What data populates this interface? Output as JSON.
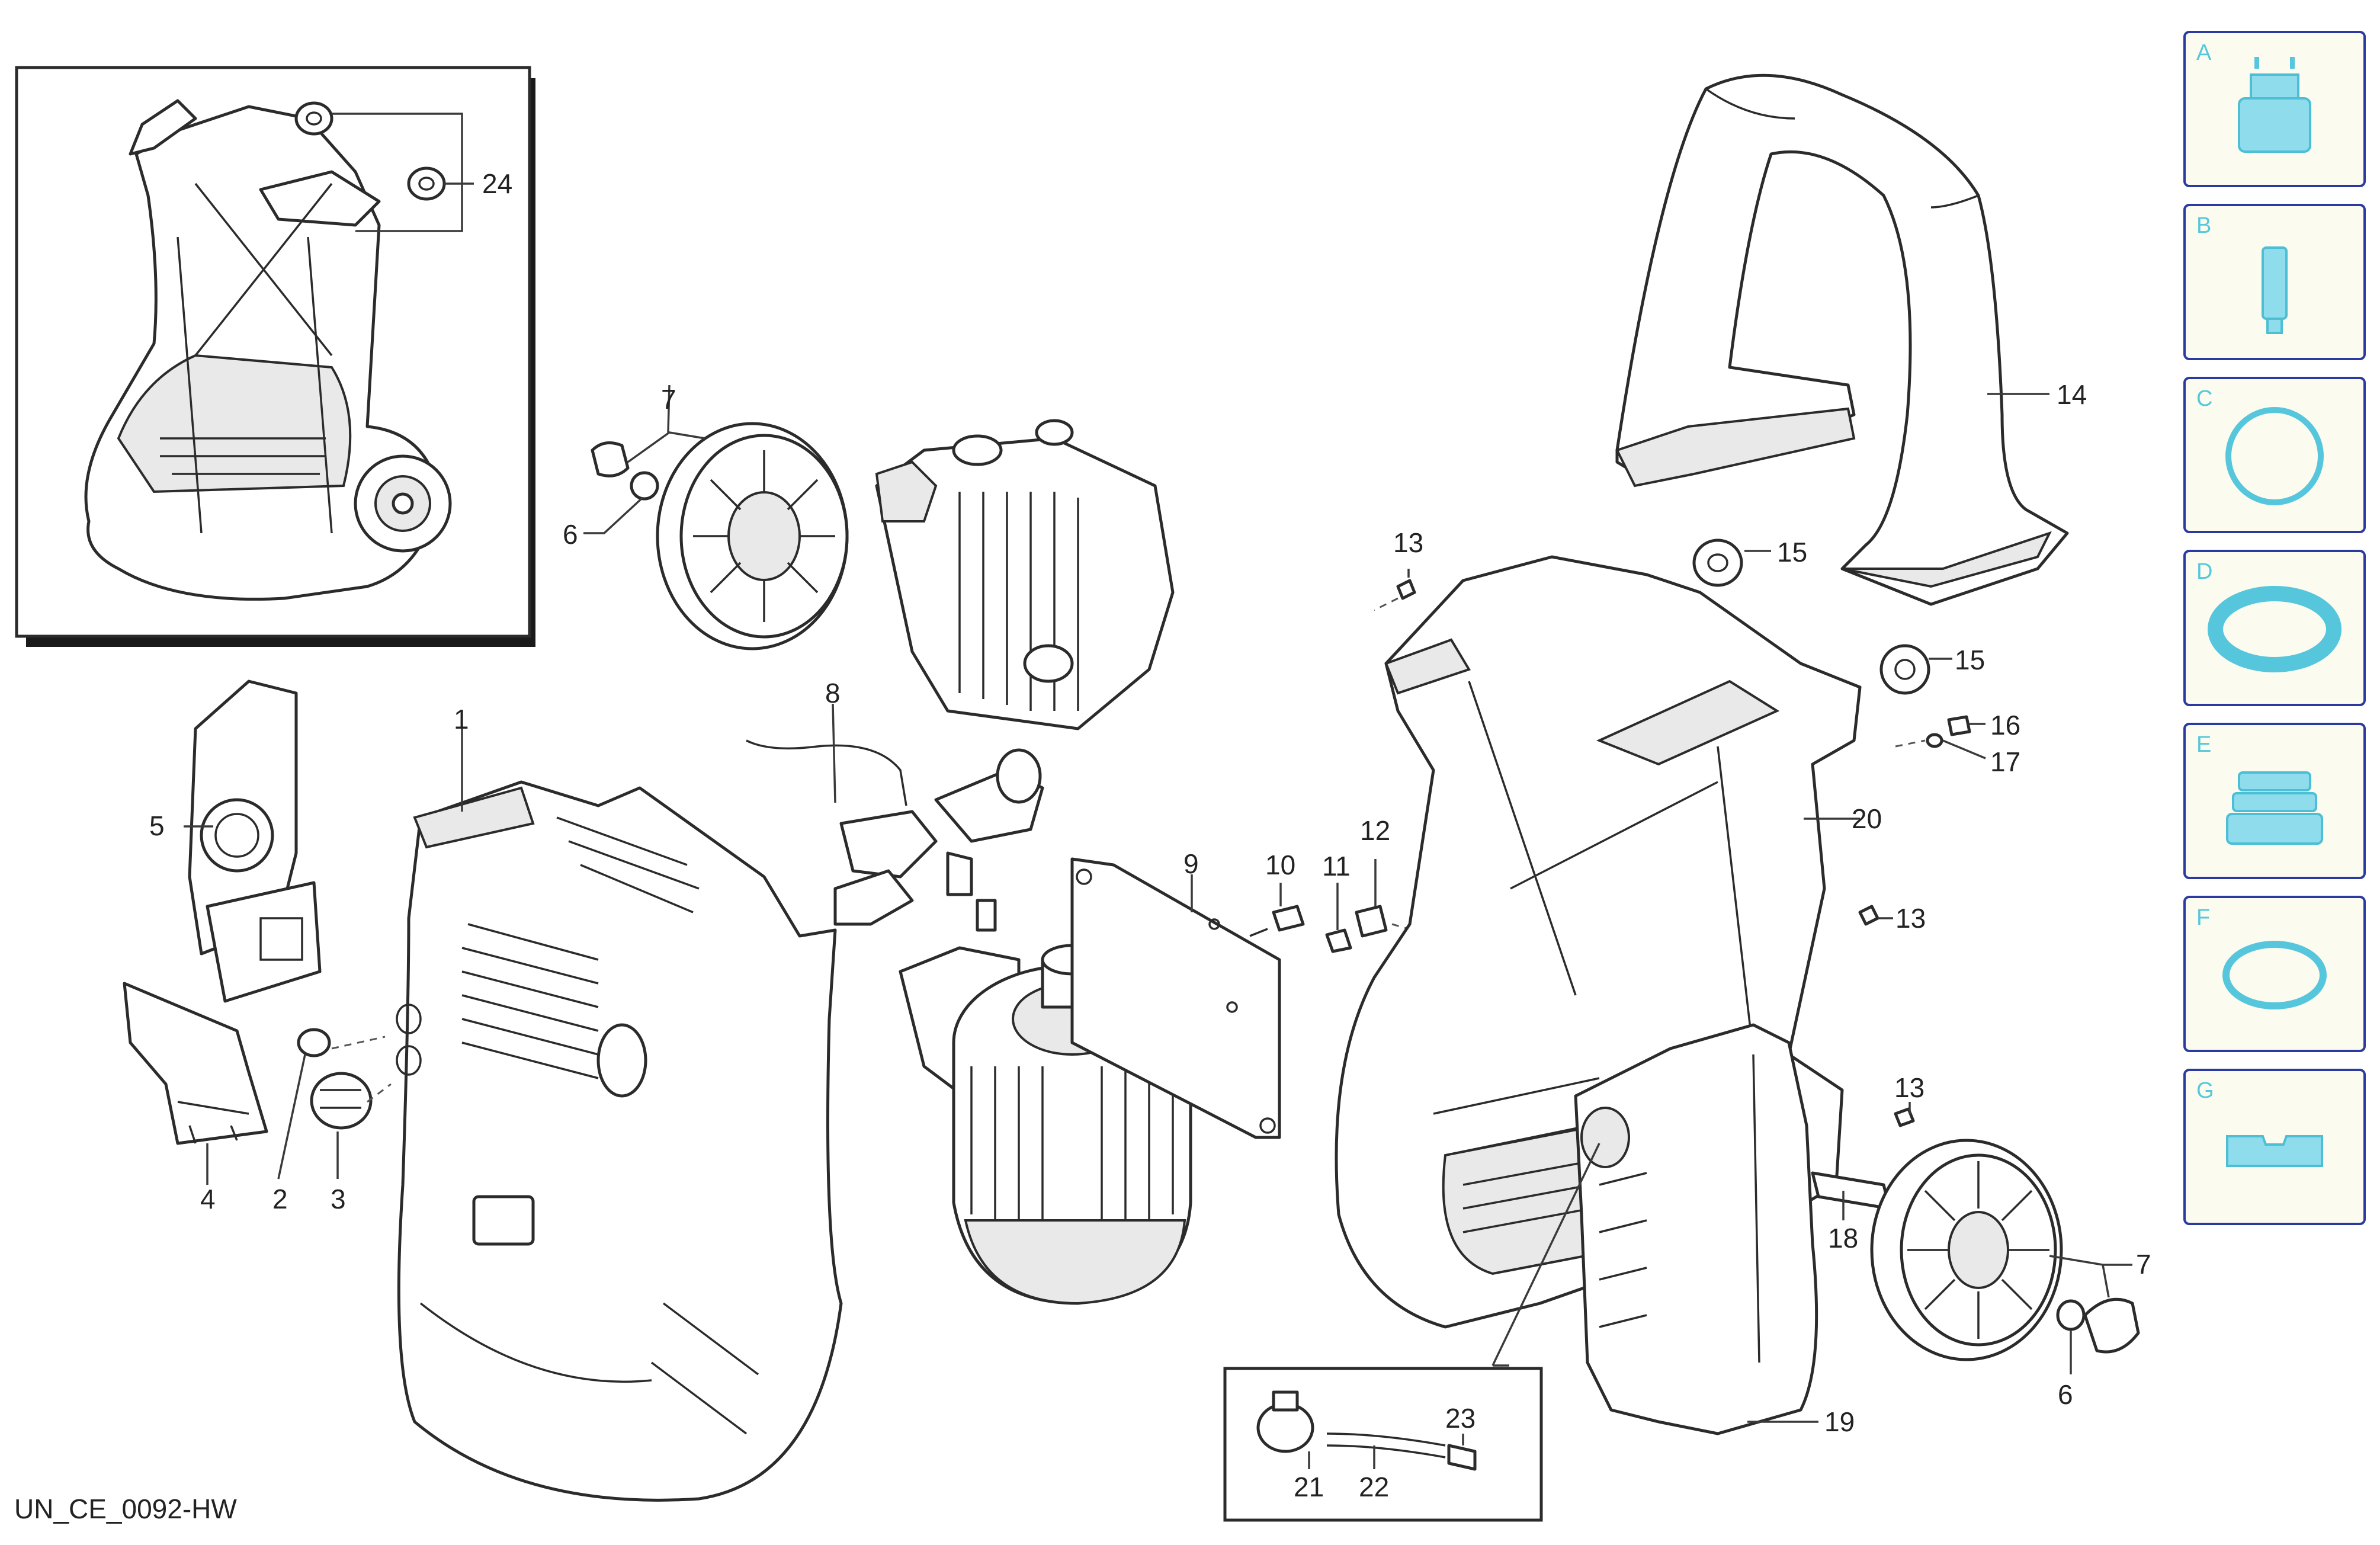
{
  "drawing_code": "UN_CE_0092-HW",
  "callouts": {
    "c1": "1",
    "c2": "2",
    "c3": "3",
    "c4": "4",
    "c5": "5",
    "c6_left": "6",
    "c7_left": "7",
    "c8": "8",
    "c9": "9",
    "c10": "10",
    "c11": "11",
    "c12": "12",
    "c13_top": "13",
    "c13_mid": "13",
    "c13_low": "13",
    "c14": "14",
    "c15_top": "15",
    "c15_mid": "15",
    "c16": "16",
    "c17": "17",
    "c18": "18",
    "c19": "19",
    "c20": "20",
    "c21": "21",
    "c22": "22",
    "c23": "23",
    "c24": "24",
    "c7_right": "7",
    "c6_right": "6"
  },
  "side_panel": [
    {
      "letter": "A",
      "icon": "connector-icon"
    },
    {
      "letter": "B",
      "icon": "pin-icon"
    },
    {
      "letter": "C",
      "icon": "o-ring-thin-icon"
    },
    {
      "letter": "D",
      "icon": "washer-icon"
    },
    {
      "letter": "E",
      "icon": "bushing-icon"
    },
    {
      "letter": "F",
      "icon": "o-ring-icon"
    },
    {
      "letter": "G",
      "icon": "clip-icon"
    }
  ],
  "colors": {
    "panel_border": "#2a3aa0",
    "panel_bg": "#fbfbf0",
    "icon": "#8fdced",
    "lines": "#2b2b2b"
  }
}
